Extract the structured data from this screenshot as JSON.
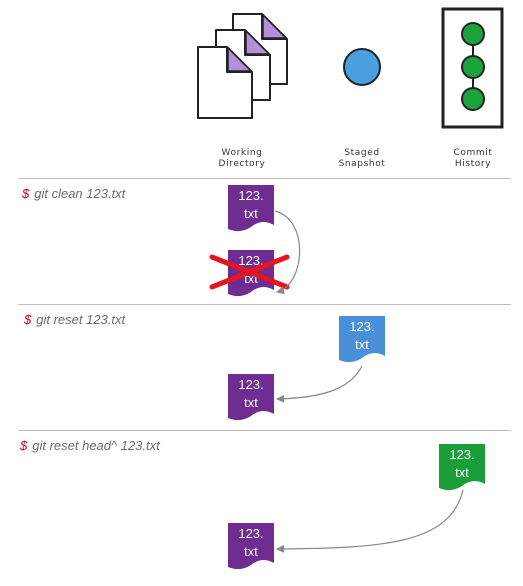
{
  "header": {
    "working_directory": "Working\nDirectory",
    "staged_snapshot": "Staged\nSnapshot",
    "commit_history": "Commit\nHistory"
  },
  "prompt_symbol": "$",
  "sections": [
    {
      "command": "git clean 123.txt",
      "files": [
        {
          "line1": "123.",
          "line2": "txt",
          "color": "#6f2c91",
          "area": "working-directory"
        },
        {
          "line1": "123.",
          "line2": "txt",
          "color": "#6f2c91",
          "area": "working-directory",
          "deleted": true
        }
      ]
    },
    {
      "command": "git reset 123.txt",
      "files": [
        {
          "line1": "123.",
          "line2": "txt",
          "color": "#4a90d9",
          "area": "staged-snapshot"
        },
        {
          "line1": "123.",
          "line2": "txt",
          "color": "#6f2c91",
          "area": "working-directory"
        }
      ]
    },
    {
      "command": "git reset head^ 123.txt",
      "files": [
        {
          "line1": "123.",
          "line2": "txt",
          "color": "#1a9e3a",
          "area": "commit-history"
        },
        {
          "line1": "123.",
          "line2": "txt",
          "color": "#6f2c91",
          "area": "working-directory"
        }
      ]
    }
  ],
  "colors": {
    "working_directory_file": "#6f2c91",
    "staged_file": "#4a90d9",
    "commit_file": "#1a9e3a",
    "delete_mark": "#e8131b",
    "commit_dot": "#1aa33c",
    "staged_dot": "#4a9fe0"
  }
}
